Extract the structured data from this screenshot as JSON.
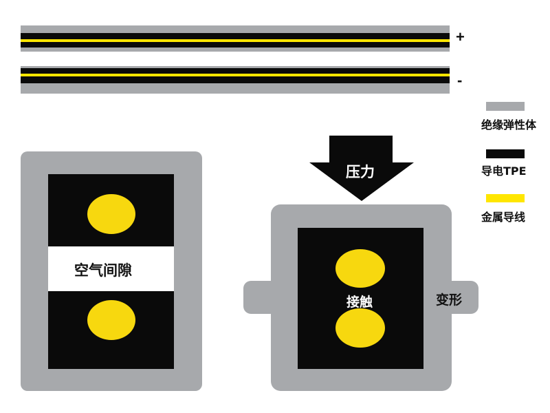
{
  "signs": {
    "positive": "+",
    "negative": "-"
  },
  "legend": {
    "items": [
      {
        "label": "绝缘弹性体",
        "color": "#a7a9ac"
      },
      {
        "label": "导电TPE",
        "color": "#0a0a0a"
      },
      {
        "label": "金属导线",
        "color": "#ffe600"
      }
    ]
  },
  "left_section": {
    "gap_label": "空气间隙"
  },
  "right_section": {
    "arrow_label": "压力",
    "contact_label": "接触",
    "deform_label": "变形"
  }
}
